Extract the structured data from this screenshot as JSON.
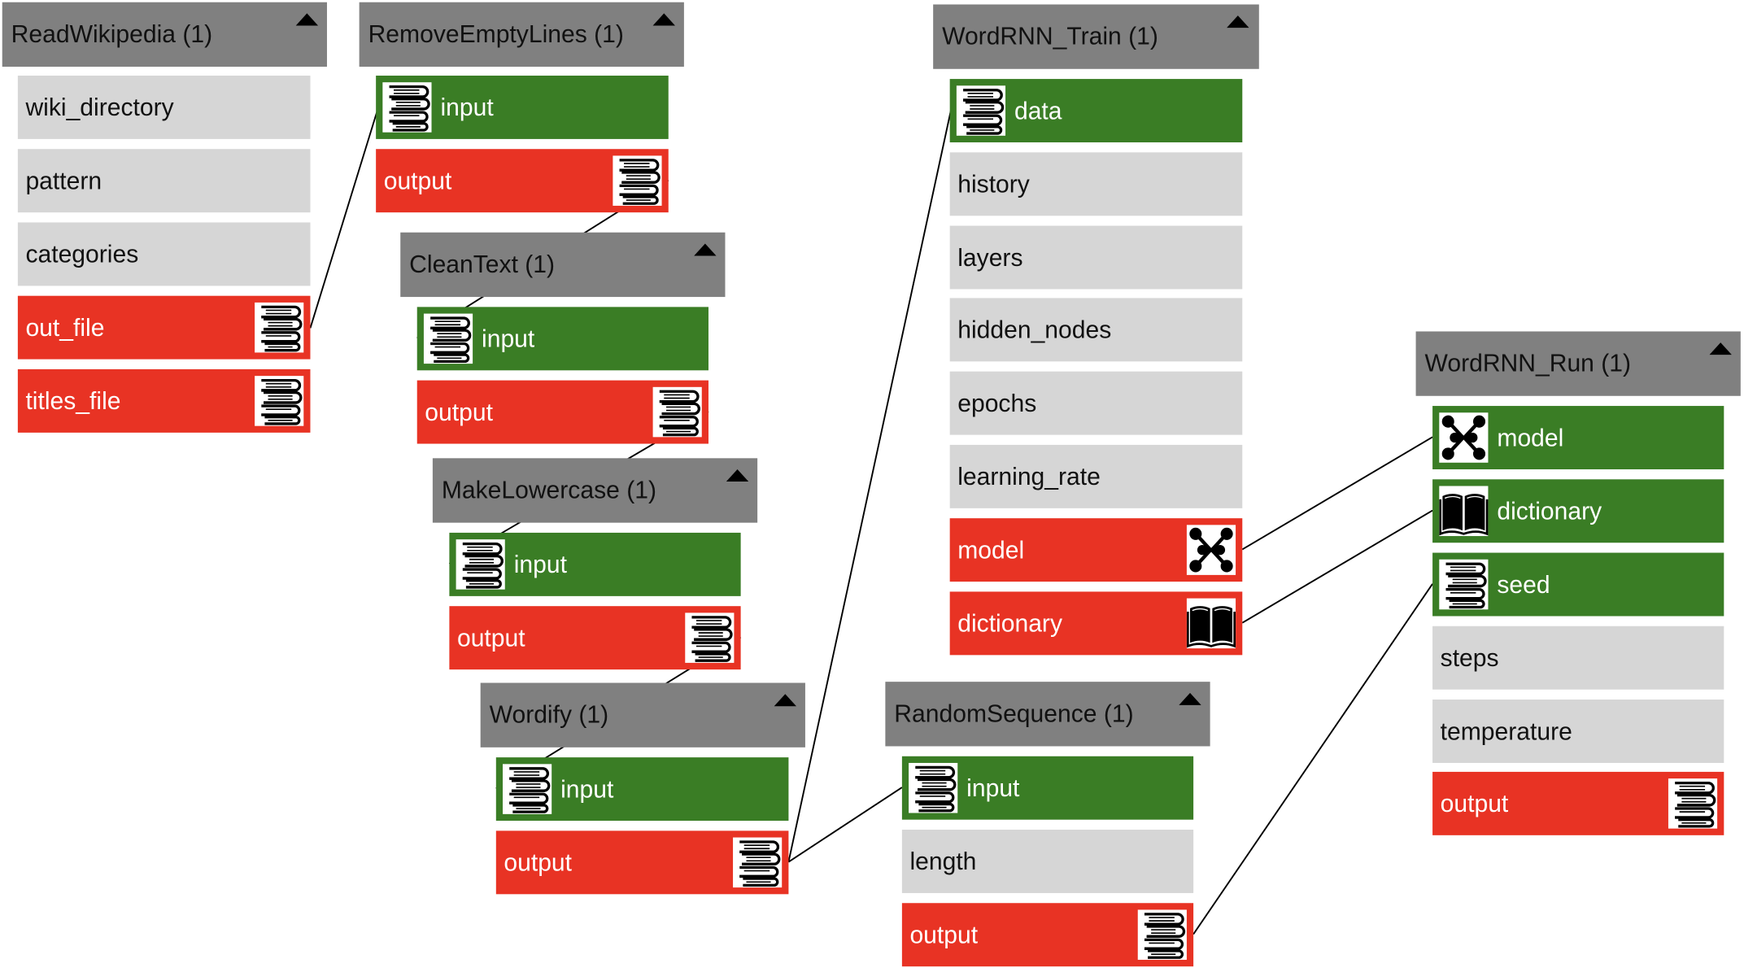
{
  "colors": {
    "header": "#808080",
    "input_port": "#3a7d25",
    "output_port": "#e83324",
    "param": "#d6d6d6",
    "wire": "#000000"
  },
  "nodes": {
    "read_wikipedia": {
      "title": "ReadWikipedia (1)",
      "params": [
        "wiki_directory",
        "pattern",
        "categories"
      ],
      "outputs": [
        {
          "label": "out_file",
          "icon": "books-icon"
        },
        {
          "label": "titles_file",
          "icon": "books-icon"
        }
      ]
    },
    "remove_empty_lines": {
      "title": "RemoveEmptyLines (1)",
      "inputs": [
        {
          "label": "input",
          "icon": "books-icon"
        }
      ],
      "outputs": [
        {
          "label": "output",
          "icon": "books-icon"
        }
      ]
    },
    "clean_text": {
      "title": "CleanText (1)",
      "inputs": [
        {
          "label": "input",
          "icon": "books-icon"
        }
      ],
      "outputs": [
        {
          "label": "output",
          "icon": "books-icon"
        }
      ]
    },
    "make_lowercase": {
      "title": "MakeLowercase (1)",
      "inputs": [
        {
          "label": "input",
          "icon": "books-icon"
        }
      ],
      "outputs": [
        {
          "label": "output",
          "icon": "books-icon"
        }
      ]
    },
    "wordify": {
      "title": "Wordify (1)",
      "inputs": [
        {
          "label": "input",
          "icon": "books-icon"
        }
      ],
      "outputs": [
        {
          "label": "output",
          "icon": "books-icon"
        }
      ]
    },
    "wordrnn_train": {
      "title": "WordRNN_Train (1)",
      "inputs": [
        {
          "label": "data",
          "icon": "books-icon"
        }
      ],
      "params": [
        "history",
        "layers",
        "hidden_nodes",
        "epochs",
        "learning_rate"
      ],
      "outputs": [
        {
          "label": "model",
          "icon": "network-icon"
        },
        {
          "label": "dictionary",
          "icon": "open-book-icon"
        }
      ]
    },
    "random_sequence": {
      "title": "RandomSequence (1)",
      "inputs": [
        {
          "label": "input",
          "icon": "books-icon"
        }
      ],
      "params": [
        "length"
      ],
      "outputs": [
        {
          "label": "output",
          "icon": "books-icon"
        }
      ]
    },
    "wordrnn_run": {
      "title": "WordRNN_Run (1)",
      "inputs": [
        {
          "label": "model",
          "icon": "network-icon"
        },
        {
          "label": "dictionary",
          "icon": "open-book-icon"
        },
        {
          "label": "seed",
          "icon": "books-icon"
        }
      ],
      "params": [
        "steps",
        "temperature"
      ],
      "outputs": [
        {
          "label": "output",
          "icon": "books-icon"
        }
      ]
    }
  },
  "connections": [
    {
      "from": "read_wikipedia.out_file",
      "to": "remove_empty_lines.input"
    },
    {
      "from": "remove_empty_lines.output",
      "to": "clean_text.input"
    },
    {
      "from": "clean_text.output",
      "to": "make_lowercase.input"
    },
    {
      "from": "make_lowercase.output",
      "to": "wordify.input"
    },
    {
      "from": "wordify.output",
      "to": "wordrnn_train.data"
    },
    {
      "from": "wordify.output",
      "to": "random_sequence.input"
    },
    {
      "from": "wordrnn_train.model",
      "to": "wordrnn_run.model"
    },
    {
      "from": "wordrnn_train.dictionary",
      "to": "wordrnn_run.dictionary"
    },
    {
      "from": "random_sequence.output",
      "to": "wordrnn_run.seed"
    }
  ]
}
